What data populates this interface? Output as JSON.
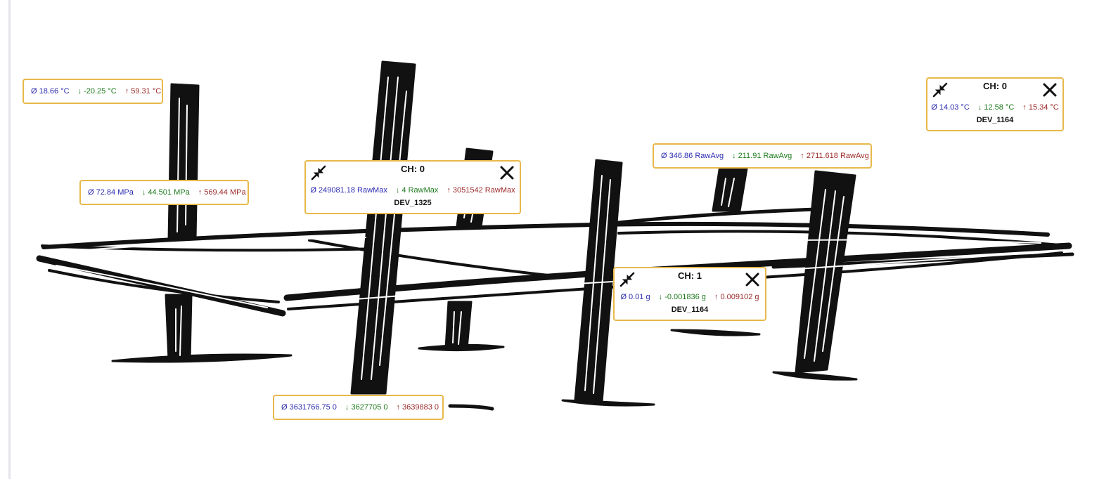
{
  "icons": {
    "collapse": "collapse-arrows-icon",
    "close": "close-x-icon"
  },
  "colors": {
    "border": "#e8b84a",
    "avg": "#2b2bb0",
    "min": "#1d7a1d",
    "max": "#9b2a2a"
  },
  "sensors_small": [
    {
      "id": "temp-left",
      "avg": "Ø 18.66 °C",
      "min": "↓ -20.25 °C",
      "max": "↑ 59.31 °C"
    },
    {
      "id": "pressure",
      "avg": "Ø 72.84 MPa",
      "min": "↓ 44.501 MPa",
      "max": "↑ 569.44 MPa"
    },
    {
      "id": "rawavg",
      "avg": "Ø 346.86 RawAvg",
      "min": "↓ 211.91 RawAvg",
      "max": "↑ 2711.618 RawAvg"
    },
    {
      "id": "counter",
      "avg": "Ø 3631766.75 0",
      "min": "↓ 3627705 0",
      "max": "↑ 3639883 0"
    }
  ],
  "sensors_big": [
    {
      "id": "rawmax",
      "channel": "CH: 0",
      "avg": "Ø 249081.18 RawMax",
      "min": "↓ 4 RawMax",
      "max": "↑ 3051542 RawMax",
      "device": "DEV_1325"
    },
    {
      "id": "temp-right",
      "channel": "CH: 0",
      "avg": "Ø 14.03 °C",
      "min": "↓ 12.58 °C",
      "max": "↑ 15.34 °C",
      "device": "DEV_1164"
    },
    {
      "id": "weight",
      "channel": "CH: 1",
      "avg": "Ø 0.01 g",
      "min": "↓ -0.001836 g",
      "max": "↑ 0.009102 g",
      "device": "DEV_1164"
    }
  ]
}
